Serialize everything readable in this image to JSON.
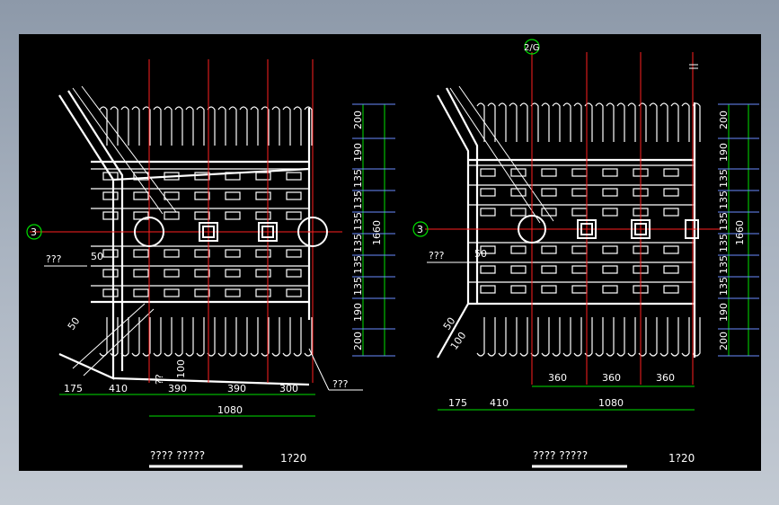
{
  "app": {
    "title": "CAD drawing viewer"
  },
  "colors": {
    "background": "#000000",
    "geometry": "#ffffff",
    "axis": "#ff2020",
    "dimension": "#00e000",
    "ext": "#6a8cff"
  },
  "left_plan": {
    "axis_bubble": "3",
    "vdims": [
      "200",
      "190",
      "135",
      "135",
      "135",
      "135",
      "135",
      "135",
      "190",
      "200"
    ],
    "vtotal": "1660",
    "hdims": [
      "175",
      "410",
      "390",
      "390",
      "300"
    ],
    "htotal": "1080",
    "note_left": "???",
    "note_left_val": "50",
    "note_corner": "50",
    "note_bottom": "??",
    "note_bottom_val": "100",
    "note_right": "???",
    "title": "???? ?????",
    "scale": "1?20"
  },
  "right_plan": {
    "axis_bubble": "3",
    "top_bubble": "2/G",
    "vdims": [
      "200",
      "190",
      "135",
      "135",
      "135",
      "135",
      "135",
      "135",
      "190",
      "200"
    ],
    "vtotal": "1660",
    "hdims_upper": [
      "360",
      "360",
      "360"
    ],
    "hdims": [
      "175",
      "410"
    ],
    "htotal": "1080",
    "note_left": "???",
    "note_left_val": "50",
    "note_corner": "50",
    "note_corner2": "100",
    "title": "???? ?????",
    "scale": "1?20"
  }
}
